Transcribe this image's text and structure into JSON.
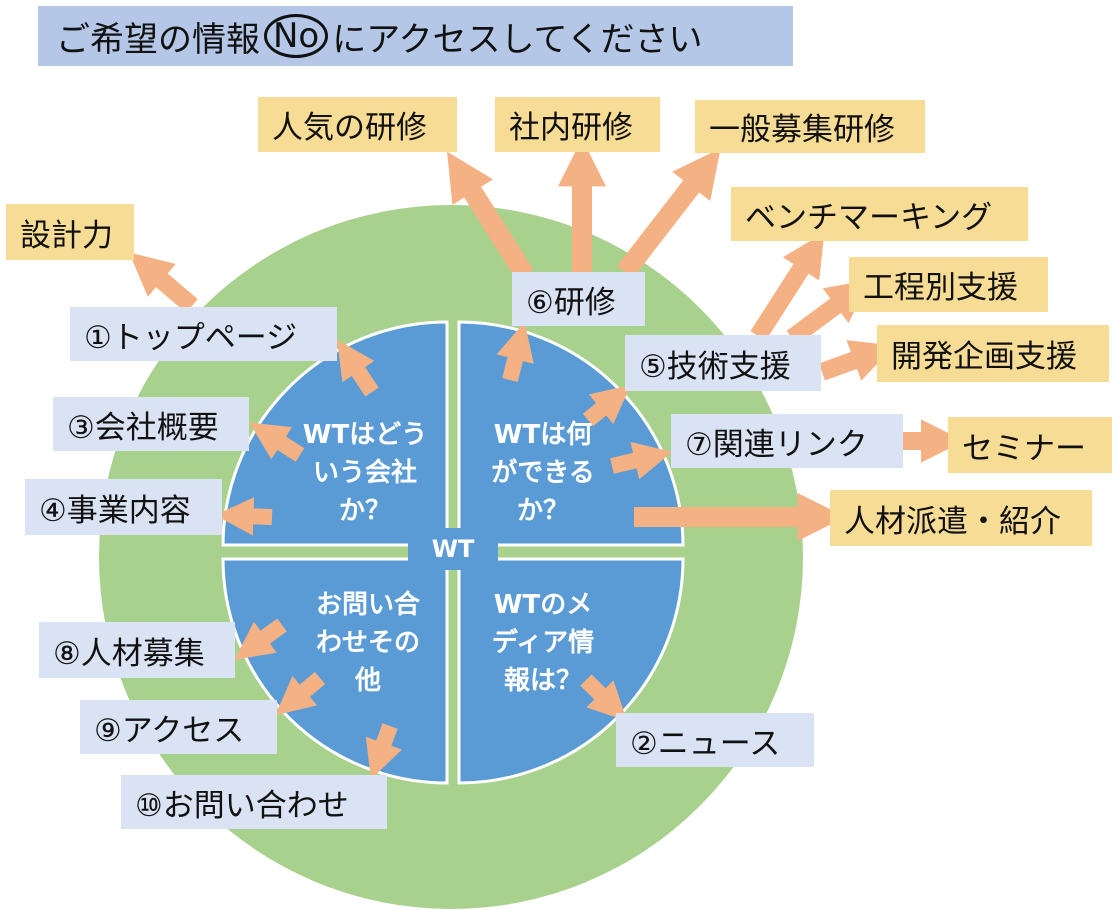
{
  "title": {
    "before": "ご希望の情報",
    "circled": "No",
    "after": "にアクセスしてください"
  },
  "center_label": "WT",
  "quadrants": {
    "top_left": "WTはどう\nいう会社\nか？",
    "top_right": "WTは何\nができる\nか？",
    "bottom_left": "お問い合\nわせその\n他",
    "bottom_right": "WTのメ\nディア情\n報は？"
  },
  "nav_items": {
    "top_page": "①トップページ",
    "news": "②ニュース",
    "company": "③会社概要",
    "business": "④事業内容",
    "tech_support": "⑤技術支援",
    "training": "⑥研修",
    "links": "⑦関連リンク",
    "recruit": "⑧人材募集",
    "access": "⑨アクセス",
    "contact": "⑩お問い合わせ"
  },
  "sub_items": {
    "design_power": "設計力",
    "popular_training": "人気の研修",
    "inhouse_training": "社内研修",
    "public_training": "一般募集研修",
    "benchmarking": "ベンチマーキング",
    "process_support": "工程別支援",
    "dev_planning": "開発企画支援",
    "seminar": "セミナー",
    "staffing": "人材派遣・紹介"
  },
  "colors": {
    "outer_circle": "#a9d18e",
    "inner_circle": "#5b9bd5",
    "arrow": "#f4b183",
    "nav_box": "#dae3f3",
    "sub_box": "#f6dc94",
    "title_box": "#b4c7e7"
  }
}
